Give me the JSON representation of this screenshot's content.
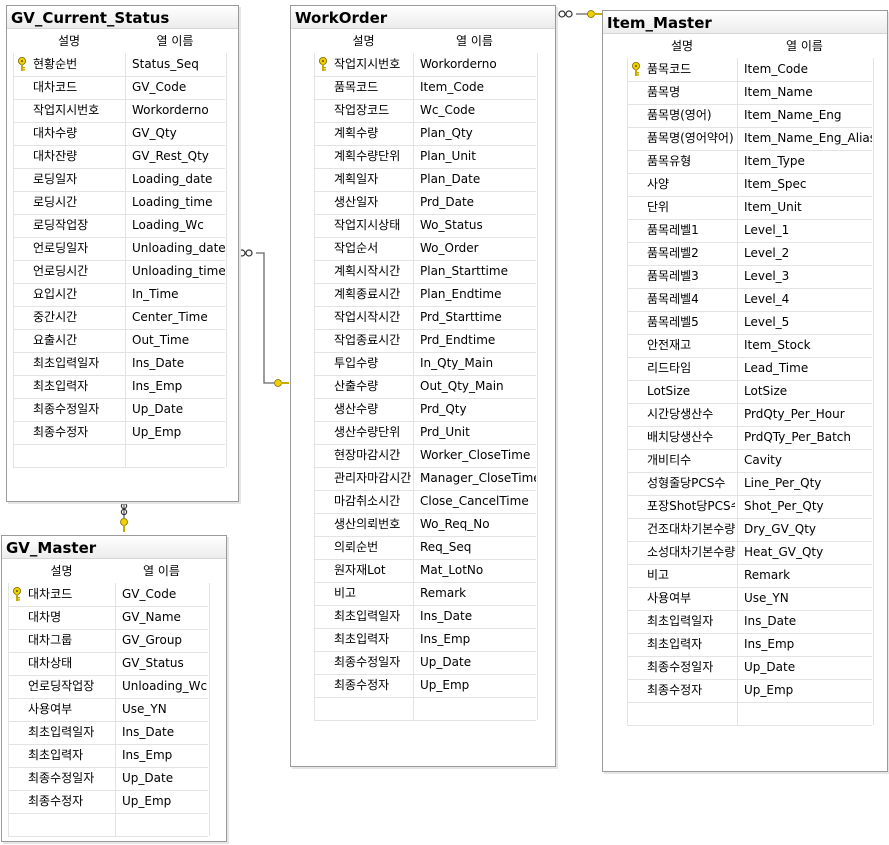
{
  "columns_header": {
    "desc": "설명",
    "name": "열 이름"
  },
  "icons": {
    "primary_key": "key-icon",
    "one_end": "key-icon",
    "many_end": "infinity-icon"
  },
  "tables": {
    "gv_current_status": {
      "title": "GV_Current_Status",
      "rows": [
        {
          "desc": "현황순번",
          "col": "Status_Seq",
          "pk": true
        },
        {
          "desc": "대차코드",
          "col": "GV_Code"
        },
        {
          "desc": "작업지시번호",
          "col": "Workorderno"
        },
        {
          "desc": "대차수량",
          "col": "GV_Qty"
        },
        {
          "desc": "대차잔량",
          "col": "GV_Rest_Qty"
        },
        {
          "desc": "로딩일자",
          "col": "Loading_date"
        },
        {
          "desc": "로딩시간",
          "col": "Loading_time"
        },
        {
          "desc": "로딩작업장",
          "col": "Loading_Wc"
        },
        {
          "desc": "언로딩일자",
          "col": "Unloading_date"
        },
        {
          "desc": "언로딩시간",
          "col": "Unloading_time"
        },
        {
          "desc": "요입시간",
          "col": "In_Time"
        },
        {
          "desc": "중간시간",
          "col": "Center_Time"
        },
        {
          "desc": "요출시간",
          "col": "Out_Time"
        },
        {
          "desc": "최초입력일자",
          "col": "Ins_Date"
        },
        {
          "desc": "최초입력자",
          "col": "Ins_Emp"
        },
        {
          "desc": "최종수정일자",
          "col": "Up_Date"
        },
        {
          "desc": "최종수정자",
          "col": "Up_Emp"
        },
        {
          "desc": "",
          "col": ""
        }
      ]
    },
    "gv_master": {
      "title": "GV_Master",
      "rows": [
        {
          "desc": "대차코드",
          "col": "GV_Code",
          "pk": true
        },
        {
          "desc": "대차명",
          "col": "GV_Name"
        },
        {
          "desc": "대차그룹",
          "col": "GV_Group"
        },
        {
          "desc": "대차상태",
          "col": "GV_Status"
        },
        {
          "desc": "언로딩작업장",
          "col": "Unloading_Wc"
        },
        {
          "desc": "사용여부",
          "col": "Use_YN"
        },
        {
          "desc": "최초입력일자",
          "col": "Ins_Date"
        },
        {
          "desc": "최초입력자",
          "col": "Ins_Emp"
        },
        {
          "desc": "최종수정일자",
          "col": "Up_Date"
        },
        {
          "desc": "최종수정자",
          "col": "Up_Emp"
        },
        {
          "desc": "",
          "col": ""
        }
      ]
    },
    "workorder": {
      "title": "WorkOrder",
      "rows": [
        {
          "desc": "작업지시번호",
          "col": "Workorderno",
          "pk": true
        },
        {
          "desc": "품목코드",
          "col": "Item_Code"
        },
        {
          "desc": "작업장코드",
          "col": "Wc_Code"
        },
        {
          "desc": "계획수량",
          "col": "Plan_Qty"
        },
        {
          "desc": "계획수량단위",
          "col": "Plan_Unit"
        },
        {
          "desc": "계획일자",
          "col": "Plan_Date"
        },
        {
          "desc": "생산일자",
          "col": "Prd_Date"
        },
        {
          "desc": "작업지시상태",
          "col": "Wo_Status"
        },
        {
          "desc": "작업순서",
          "col": "Wo_Order"
        },
        {
          "desc": "계획시작시간",
          "col": "Plan_Starttime"
        },
        {
          "desc": "계획종료시간",
          "col": "Plan_Endtime"
        },
        {
          "desc": "작업시작시간",
          "col": "Prd_Starttime"
        },
        {
          "desc": "작업종료시간",
          "col": "Prd_Endtime"
        },
        {
          "desc": "투입수량",
          "col": "In_Qty_Main"
        },
        {
          "desc": "산출수량",
          "col": "Out_Qty_Main"
        },
        {
          "desc": "생산수량",
          "col": "Prd_Qty"
        },
        {
          "desc": "생산수량단위",
          "col": "Prd_Unit"
        },
        {
          "desc": "현장마감시간",
          "col": "Worker_CloseTime"
        },
        {
          "desc": "관리자마감시간",
          "col": "Manager_CloseTime"
        },
        {
          "desc": "마감취소시간",
          "col": "Close_CancelTime"
        },
        {
          "desc": "생산의뢰번호",
          "col": "Wo_Req_No"
        },
        {
          "desc": "의뢰순번",
          "col": "Req_Seq"
        },
        {
          "desc": "원자재Lot",
          "col": "Mat_LotNo"
        },
        {
          "desc": "비고",
          "col": "Remark"
        },
        {
          "desc": "최초입력일자",
          "col": "Ins_Date"
        },
        {
          "desc": "최초입력자",
          "col": "Ins_Emp"
        },
        {
          "desc": "최종수정일자",
          "col": "Up_Date"
        },
        {
          "desc": "최종수정자",
          "col": "Up_Emp"
        },
        {
          "desc": "",
          "col": ""
        }
      ]
    },
    "item_master": {
      "title": "Item_Master",
      "rows": [
        {
          "desc": "품목코드",
          "col": "Item_Code",
          "pk": true
        },
        {
          "desc": "품목명",
          "col": "Item_Name"
        },
        {
          "desc": "품목명(영어)",
          "col": "Item_Name_Eng"
        },
        {
          "desc": "품목명(영어약어)",
          "col": "Item_Name_Eng_Alias"
        },
        {
          "desc": "품목유형",
          "col": "Item_Type"
        },
        {
          "desc": "사양",
          "col": "Item_Spec"
        },
        {
          "desc": "단위",
          "col": "Item_Unit"
        },
        {
          "desc": "품목레벨1",
          "col": "Level_1"
        },
        {
          "desc": "품목레벨2",
          "col": "Level_2"
        },
        {
          "desc": "품목레벨3",
          "col": "Level_3"
        },
        {
          "desc": "품목레벨4",
          "col": "Level_4"
        },
        {
          "desc": "품목레벨5",
          "col": "Level_5"
        },
        {
          "desc": "안전재고",
          "col": "Item_Stock"
        },
        {
          "desc": "리드타임",
          "col": "Lead_Time"
        },
        {
          "desc": "LotSize",
          "col": "LotSize"
        },
        {
          "desc": "시간당생산수",
          "col": "PrdQty_Per_Hour"
        },
        {
          "desc": "배치당생산수",
          "col": "PrdQTy_Per_Batch"
        },
        {
          "desc": "개비티수",
          "col": "Cavity"
        },
        {
          "desc": "성형줄당PCS수",
          "col": "Line_Per_Qty"
        },
        {
          "desc": "포장Shot당PCS수",
          "col": "Shot_Per_Qty"
        },
        {
          "desc": "건조대차기본수량",
          "col": "Dry_GV_Qty"
        },
        {
          "desc": "소성대차기본수량",
          "col": "Heat_GV_Qty"
        },
        {
          "desc": "비고",
          "col": "Remark"
        },
        {
          "desc": "사용여부",
          "col": "Use_YN"
        },
        {
          "desc": "최초입력일자",
          "col": "Ins_Date"
        },
        {
          "desc": "최초입력자",
          "col": "Ins_Emp"
        },
        {
          "desc": "최종수정일자",
          "col": "Up_Date"
        },
        {
          "desc": "최종수정자",
          "col": "Up_Emp"
        },
        {
          "desc": "",
          "col": ""
        }
      ]
    }
  }
}
